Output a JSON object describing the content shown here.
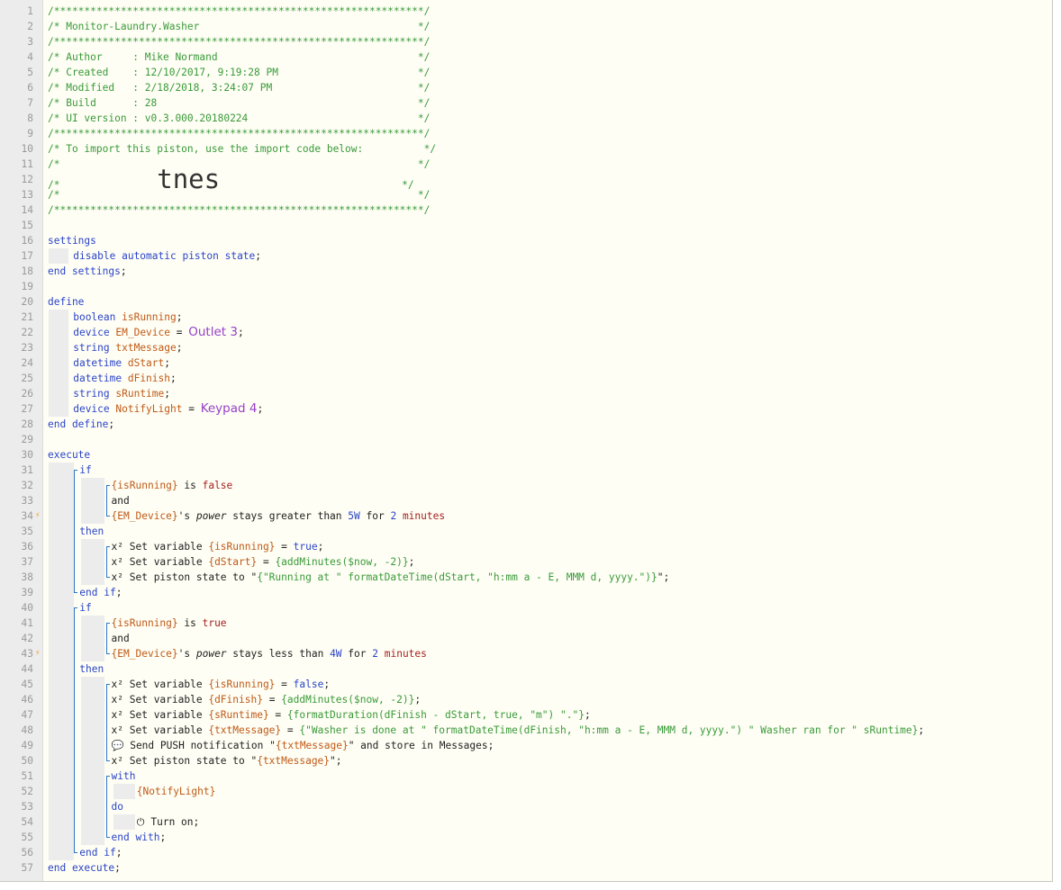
{
  "lines": [
    {
      "n": "1",
      "segs": [
        [
          "c",
          "/*************************************************************/"
        ]
      ]
    },
    {
      "n": "2",
      "segs": [
        [
          "c",
          "/* Monitor-Laundry.Washer                                    */"
        ]
      ]
    },
    {
      "n": "3",
      "segs": [
        [
          "c",
          "/*************************************************************/"
        ]
      ]
    },
    {
      "n": "4",
      "segs": [
        [
          "c",
          "/* Author     : Mike Normand                                 */"
        ]
      ]
    },
    {
      "n": "5",
      "segs": [
        [
          "c",
          "/* Created    : 12/10/2017, 9:19:28 PM                       */"
        ]
      ]
    },
    {
      "n": "6",
      "segs": [
        [
          "c",
          "/* Modified   : 2/18/2018, 3:24:07 PM                        */"
        ]
      ]
    },
    {
      "n": "7",
      "segs": [
        [
          "c",
          "/* Build      : 28                                           */"
        ]
      ]
    },
    {
      "n": "8",
      "segs": [
        [
          "c",
          "/* UI version : v0.3.000.20180224                            */"
        ]
      ]
    },
    {
      "n": "9",
      "segs": [
        [
          "c",
          "/*************************************************************/"
        ]
      ]
    },
    {
      "n": "10",
      "segs": [
        [
          "c",
          "/* To import this piston, use the import code below:          */"
        ]
      ]
    },
    {
      "n": "11",
      "segs": [
        [
          "c",
          "/*                                                           */"
        ]
      ]
    },
    {
      "n": "12",
      "segs": [
        [
          "c",
          "/*                "
        ],
        [
          "big",
          "tnes"
        ],
        [
          "c",
          "                              */"
        ]
      ]
    },
    {
      "n": "13",
      "segs": [
        [
          "c",
          "/*                                                           */"
        ]
      ]
    },
    {
      "n": "14",
      "segs": [
        [
          "c",
          "/*************************************************************/"
        ]
      ]
    },
    {
      "n": "15",
      "segs": []
    },
    {
      "n": "16",
      "segs": [
        [
          "k",
          "settings"
        ]
      ]
    },
    {
      "n": "17",
      "indent": 4,
      "segs": [
        [
          "k",
          "disable automatic piston state"
        ],
        [
          "",
          "; "
        ]
      ]
    },
    {
      "n": "18",
      "segs": [
        [
          "k",
          "end settings"
        ],
        [
          "",
          ";"
        ]
      ]
    },
    {
      "n": "19",
      "segs": []
    },
    {
      "n": "20",
      "segs": [
        [
          "k",
          "define"
        ]
      ]
    },
    {
      "n": "21",
      "indent": 4,
      "segs": [
        [
          "k",
          "boolean "
        ],
        [
          "v",
          "isRunning"
        ],
        [
          "",
          ";"
        ]
      ]
    },
    {
      "n": "22",
      "indent": 4,
      "segs": [
        [
          "k",
          "device "
        ],
        [
          "v",
          "EM_Device"
        ],
        [
          "",
          " = "
        ],
        [
          "dv",
          "Outlet 3"
        ],
        [
          "",
          ";"
        ]
      ]
    },
    {
      "n": "23",
      "indent": 4,
      "segs": [
        [
          "k",
          "string "
        ],
        [
          "v",
          "txtMessage"
        ],
        [
          "",
          ";"
        ]
      ]
    },
    {
      "n": "24",
      "indent": 4,
      "segs": [
        [
          "k",
          "datetime "
        ],
        [
          "v",
          "dStart"
        ],
        [
          "",
          ";"
        ]
      ]
    },
    {
      "n": "25",
      "indent": 4,
      "segs": [
        [
          "k",
          "datetime "
        ],
        [
          "v",
          "dFinish"
        ],
        [
          "",
          ";"
        ]
      ]
    },
    {
      "n": "26",
      "indent": 4,
      "segs": [
        [
          "k",
          "string "
        ],
        [
          "v",
          "sRuntime"
        ],
        [
          "",
          ";"
        ]
      ]
    },
    {
      "n": "27",
      "indent": 4,
      "segs": [
        [
          "k",
          "device "
        ],
        [
          "v",
          "NotifyLight"
        ],
        [
          "",
          " = "
        ],
        [
          "dv",
          "Keypad 4"
        ],
        [
          "",
          ";"
        ]
      ]
    },
    {
      "n": "28",
      "segs": [
        [
          "k",
          "end define"
        ],
        [
          "",
          ";"
        ]
      ]
    },
    {
      "n": "29",
      "segs": []
    },
    {
      "n": "30",
      "segs": [
        [
          "k",
          "execute"
        ]
      ]
    },
    {
      "n": "31",
      "indent": 5,
      "segs": [
        [
          "k",
          "if"
        ]
      ]
    },
    {
      "n": "32",
      "indent": 10,
      "segs": [
        [
          "v",
          "{isRunning}"
        ],
        [
          "",
          " is "
        ],
        [
          "kw",
          "false"
        ]
      ]
    },
    {
      "n": "33",
      "indent": 10,
      "segs": [
        [
          "",
          "and"
        ]
      ]
    },
    {
      "n": "34",
      "indent": 10,
      "bolt": true,
      "segs": [
        [
          "v",
          "{EM_Device}"
        ],
        [
          "",
          "'s "
        ],
        [
          "it",
          "power"
        ],
        [
          "",
          " stays greater than "
        ],
        [
          "n",
          "5W"
        ],
        [
          "",
          " for "
        ],
        [
          "n",
          "2"
        ],
        [
          "",
          " "
        ],
        [
          "kw",
          "minutes"
        ]
      ]
    },
    {
      "n": "35",
      "indent": 5,
      "segs": [
        [
          "k",
          "then"
        ]
      ]
    },
    {
      "n": "36",
      "indent": 10,
      "segs": [
        [
          "",
          "x² Set variable "
        ],
        [
          "v",
          "{isRunning}"
        ],
        [
          "",
          " = "
        ],
        [
          "k",
          "true"
        ],
        [
          "",
          ";"
        ]
      ]
    },
    {
      "n": "37",
      "indent": 10,
      "segs": [
        [
          "",
          "x² Set variable "
        ],
        [
          "v",
          "{dStart}"
        ],
        [
          "",
          " = "
        ],
        [
          "s",
          "{addMinutes($now, -2)}"
        ],
        [
          "",
          ";"
        ]
      ]
    },
    {
      "n": "38",
      "indent": 10,
      "segs": [
        [
          "",
          "x² Set piston state to \""
        ],
        [
          "s",
          "{\"Running at \" formatDateTime(dStart, \"h:mm a - E, MMM d, yyyy.\")}"
        ],
        [
          "",
          "\";"
        ]
      ]
    },
    {
      "n": "39",
      "indent": 5,
      "segs": [
        [
          "k",
          "end if"
        ],
        [
          "",
          ";"
        ]
      ]
    },
    {
      "n": "40",
      "indent": 5,
      "segs": [
        [
          "k",
          "if"
        ]
      ]
    },
    {
      "n": "41",
      "indent": 10,
      "segs": [
        [
          "v",
          "{isRunning}"
        ],
        [
          "",
          " is "
        ],
        [
          "kw",
          "true"
        ]
      ]
    },
    {
      "n": "42",
      "indent": 10,
      "segs": [
        [
          "",
          "and"
        ]
      ]
    },
    {
      "n": "43",
      "indent": 10,
      "bolt": true,
      "segs": [
        [
          "v",
          "{EM_Device}"
        ],
        [
          "",
          "'s "
        ],
        [
          "it",
          "power"
        ],
        [
          "",
          " stays less than "
        ],
        [
          "n",
          "4W"
        ],
        [
          "",
          " for "
        ],
        [
          "n",
          "2"
        ],
        [
          "",
          " "
        ],
        [
          "kw",
          "minutes"
        ]
      ]
    },
    {
      "n": "44",
      "indent": 5,
      "segs": [
        [
          "k",
          "then"
        ]
      ]
    },
    {
      "n": "45",
      "indent": 10,
      "segs": [
        [
          "",
          "x² Set variable "
        ],
        [
          "v",
          "{isRunning}"
        ],
        [
          "",
          " = "
        ],
        [
          "k",
          "false"
        ],
        [
          "",
          ";"
        ]
      ]
    },
    {
      "n": "46",
      "indent": 10,
      "segs": [
        [
          "",
          "x² Set variable "
        ],
        [
          "v",
          "{dFinish}"
        ],
        [
          "",
          " = "
        ],
        [
          "s",
          "{addMinutes($now, -2)}"
        ],
        [
          "",
          ";"
        ]
      ]
    },
    {
      "n": "47",
      "indent": 10,
      "segs": [
        [
          "",
          "x² Set variable "
        ],
        [
          "v",
          "{sRuntime}"
        ],
        [
          "",
          " = "
        ],
        [
          "s",
          "{formatDuration(dFinish - dStart, true, \"m\") \".\"}"
        ],
        [
          "",
          ";"
        ]
      ]
    },
    {
      "n": "48",
      "indent": 10,
      "segs": [
        [
          "",
          "x² Set variable "
        ],
        [
          "v",
          "{txtMessage}"
        ],
        [
          "",
          " = "
        ],
        [
          "s",
          "{\"Washer is done at \" formatDateTime(dFinish, \"h:mm a - E, MMM d, yyyy.\") \" Washer ran for \" sRuntime}"
        ],
        [
          "",
          ";"
        ]
      ]
    },
    {
      "n": "49",
      "indent": 10,
      "segs": [
        [
          "",
          "💬 Send PUSH notification \""
        ],
        [
          "v",
          "{txtMessage}"
        ],
        [
          "",
          "\" and store in Messages;"
        ]
      ]
    },
    {
      "n": "50",
      "indent": 10,
      "segs": [
        [
          "",
          "x² Set piston state to \""
        ],
        [
          "v",
          "{txtMessage}"
        ],
        [
          "",
          "\";"
        ]
      ]
    },
    {
      "n": "51",
      "indent": 10,
      "segs": [
        [
          "k",
          "with"
        ]
      ]
    },
    {
      "n": "52",
      "indent": 14,
      "segs": [
        [
          "v",
          "{NotifyLight}"
        ]
      ]
    },
    {
      "n": "53",
      "indent": 10,
      "segs": [
        [
          "k",
          "do"
        ]
      ]
    },
    {
      "n": "54",
      "indent": 14,
      "segs": [
        [
          "",
          "⏻ Turn on;"
        ]
      ]
    },
    {
      "n": "55",
      "indent": 10,
      "segs": [
        [
          "k",
          "end with"
        ],
        [
          "",
          ";"
        ]
      ]
    },
    {
      "n": "56",
      "indent": 5,
      "segs": [
        [
          "k",
          "end if"
        ],
        [
          "",
          ";"
        ]
      ]
    },
    {
      "n": "57",
      "segs": [
        [
          "k",
          "end execute"
        ],
        [
          "",
          ";"
        ]
      ]
    }
  ]
}
